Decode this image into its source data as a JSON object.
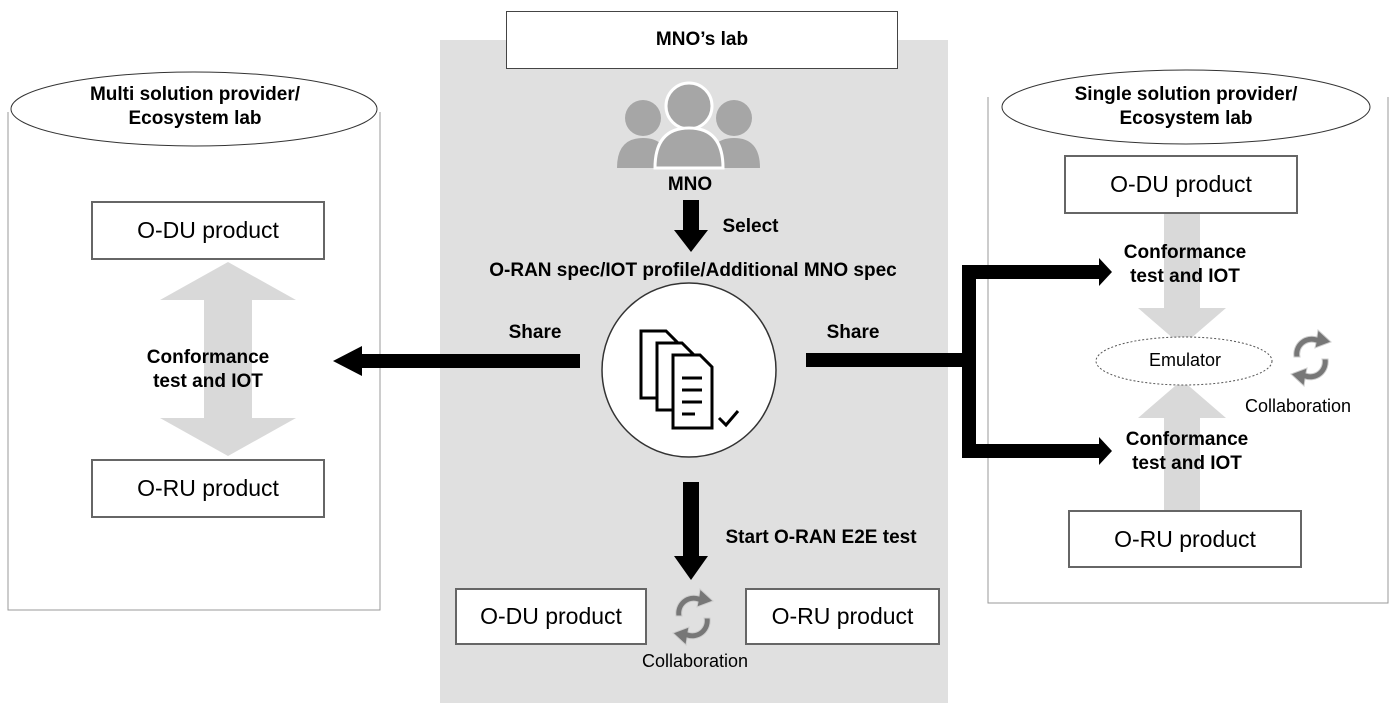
{
  "mno_lab": {
    "title": "MNO’s lab",
    "actor": "MNO",
    "select": "Select",
    "spec": "O-RAN spec/IOT profile/Additional MNO spec",
    "share_left": "Share",
    "share_right": "Share",
    "start_test": "Start O-RAN E2E test",
    "odu": "O-DU product",
    "oru": "O-RU product",
    "collaboration": "Collaboration"
  },
  "multi_lab": {
    "title_line1": "Multi solution provider/",
    "title_line2": "Ecosystem lab",
    "odu": "O-DU product",
    "oru": "O-RU product",
    "test_line1": "Conformance",
    "test_line2": "test and IOT"
  },
  "single_lab": {
    "title_line1": "Single solution provider/",
    "title_line2": "Ecosystem lab",
    "odu": "O-DU product",
    "oru": "O-RU product",
    "test_top_line1": "Conformance",
    "test_top_line2": "test and IOT",
    "test_bottom_line1": "Conformance",
    "test_bottom_line2": "test and IOT",
    "emulator": "Emulator",
    "collaboration": "Collaboration"
  },
  "colors": {
    "center_panel": "#e0e0e0",
    "light_arrow": "#d9d9d9",
    "box_border": "#666666",
    "person": "#a6a6a6",
    "dark": "#000000"
  },
  "icons": [
    "people-icon",
    "documents-icon",
    "collaboration-icon"
  ]
}
